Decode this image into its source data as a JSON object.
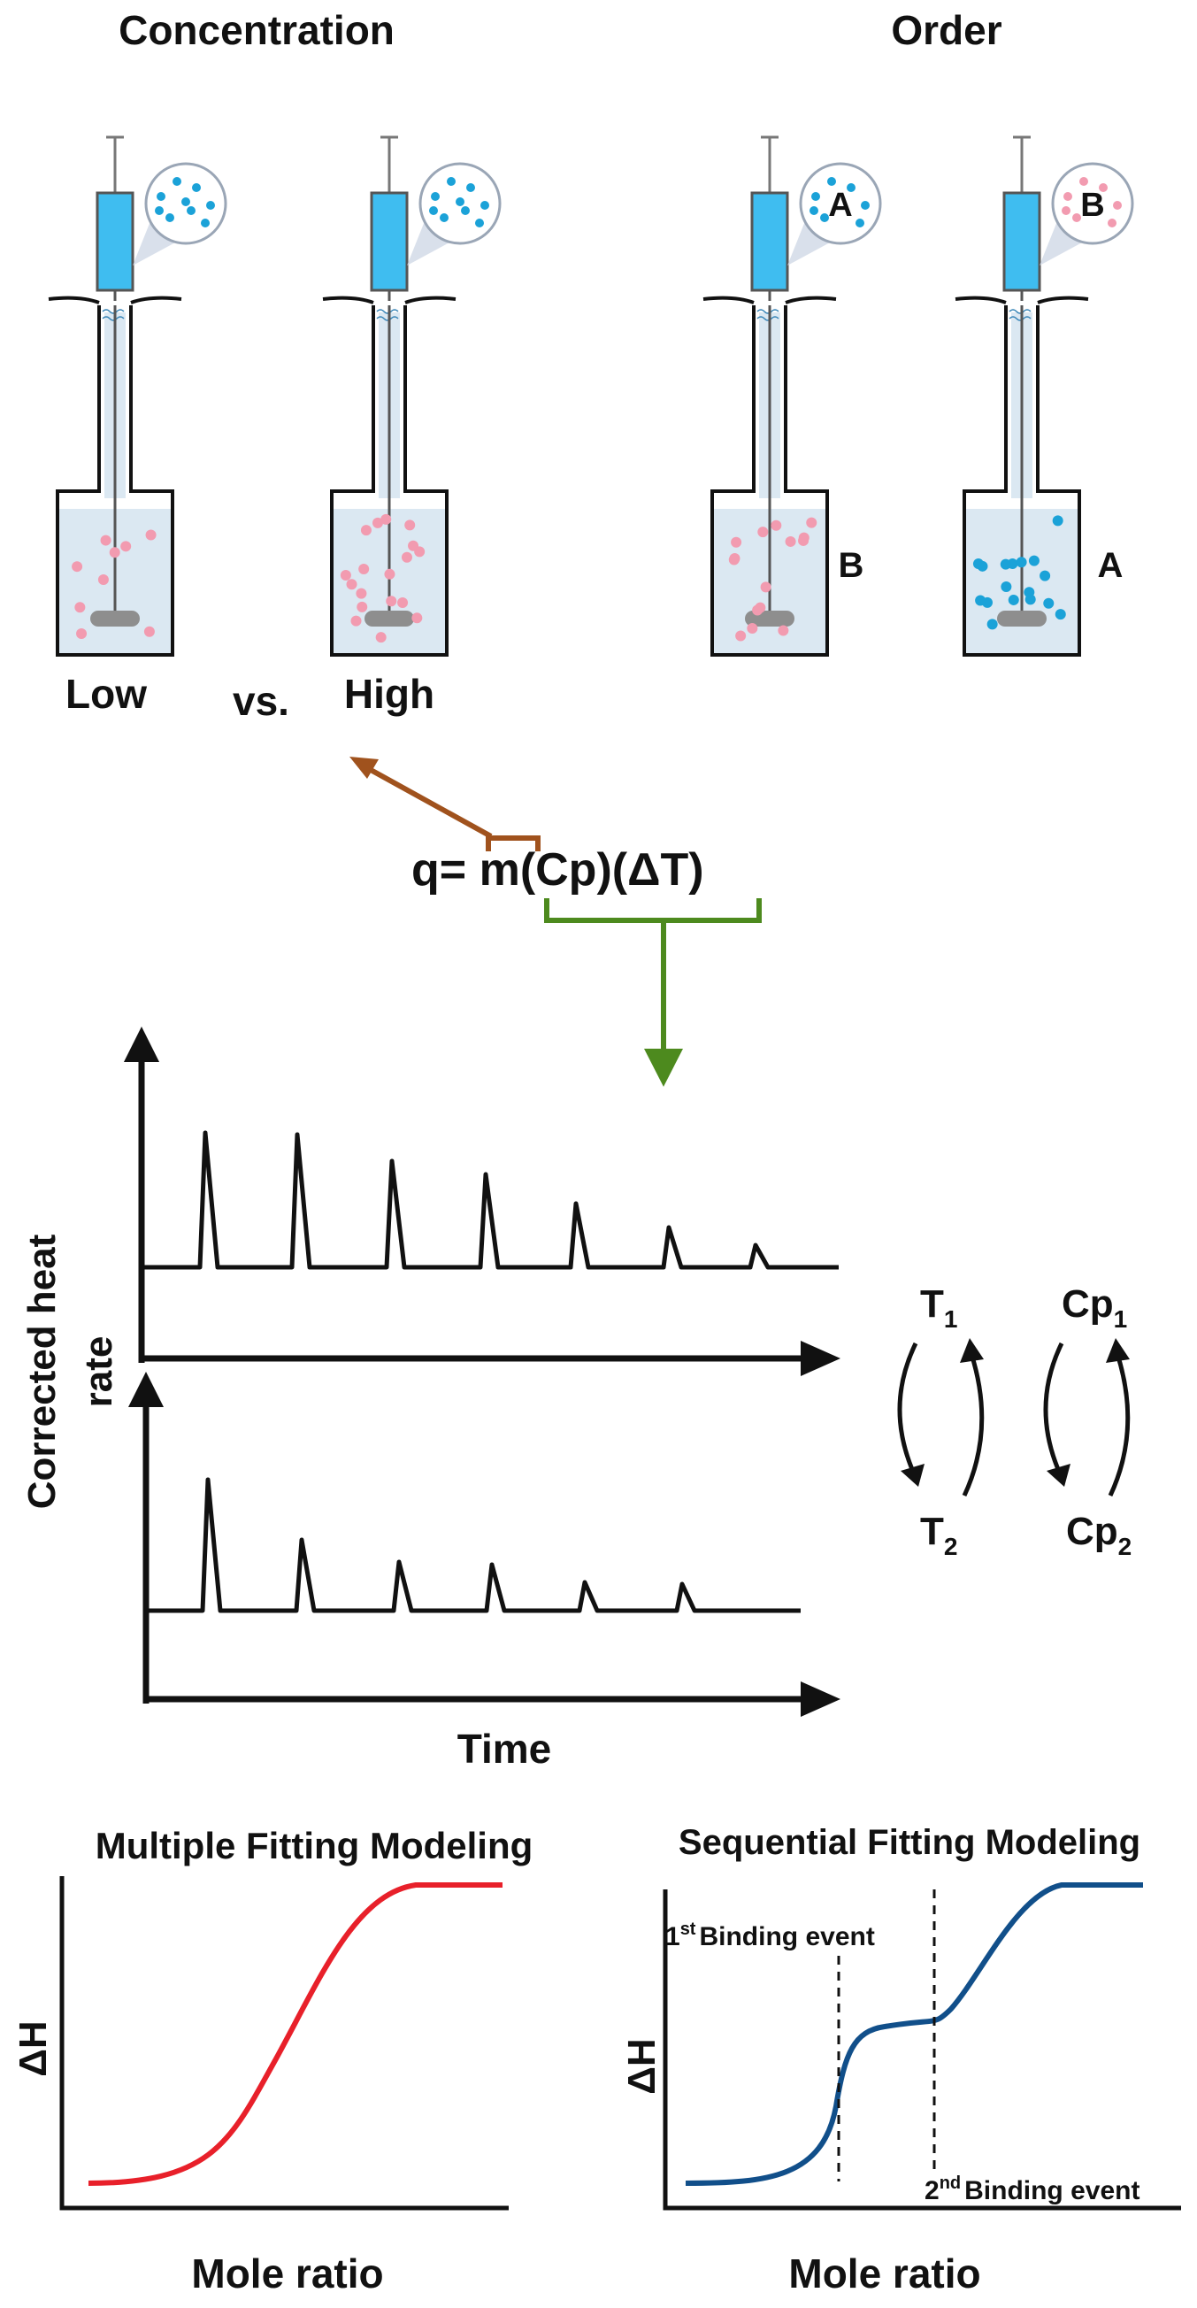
{
  "headings": {
    "concentration": "Concentration",
    "order": "Order"
  },
  "syringes": {
    "low_label": "Low",
    "vs_label": "vs.",
    "high_label": "High",
    "syringe_a_label": "A",
    "syringe_b_label": "B",
    "cell_b_label": "B",
    "cell_a_label": "A"
  },
  "equation": {
    "text": "q= m(Cp)(ΔT)"
  },
  "thermogram": {
    "y_axis_label_line1": "Corrected heat",
    "y_axis_label_line2": "rate",
    "x_axis_label": "Time"
  },
  "cycles": {
    "t_top": "T",
    "t_top_sub": "1",
    "t_bottom": "T",
    "t_bottom_sub": "2",
    "cp_top": "Cp",
    "cp_top_sub": "1",
    "cp_bottom": "Cp",
    "cp_bottom_sub": "2"
  },
  "fitting": {
    "multiple_title": "Multiple Fitting Modeling",
    "sequential_title": "Sequential Fitting Modeling",
    "y_label": "ΔH",
    "x_label": "Mole ratio",
    "first_sup": "st",
    "first_text": "Binding event",
    "first_num": "1",
    "second_num": "2",
    "second_sup": "nd",
    "second_text": "Binding event"
  },
  "colors": {
    "syringe_fill": "#3fbdf0",
    "cell_fill": "#dbe8f2",
    "pink_dot": "#f29bb0",
    "blue_dot": "#1ba2d8",
    "stir_bar": "#8e8e8e",
    "brown_arrow": "#a0521d",
    "green_arrow": "#4d8a1e",
    "red_curve": "#e8202a",
    "blue_curve": "#114f8a"
  }
}
